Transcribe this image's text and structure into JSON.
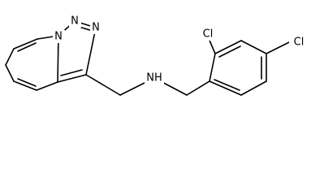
{
  "molecule": {
    "atoms": {
      "n_bridge": "N",
      "n_mid": "N",
      "n_top": "N",
      "amine": "NH",
      "cl_ortho": "Cl",
      "cl_para": "Cl"
    }
  },
  "colors": {
    "bond": "#000000",
    "label": "#000000",
    "background": "#ffffff"
  }
}
